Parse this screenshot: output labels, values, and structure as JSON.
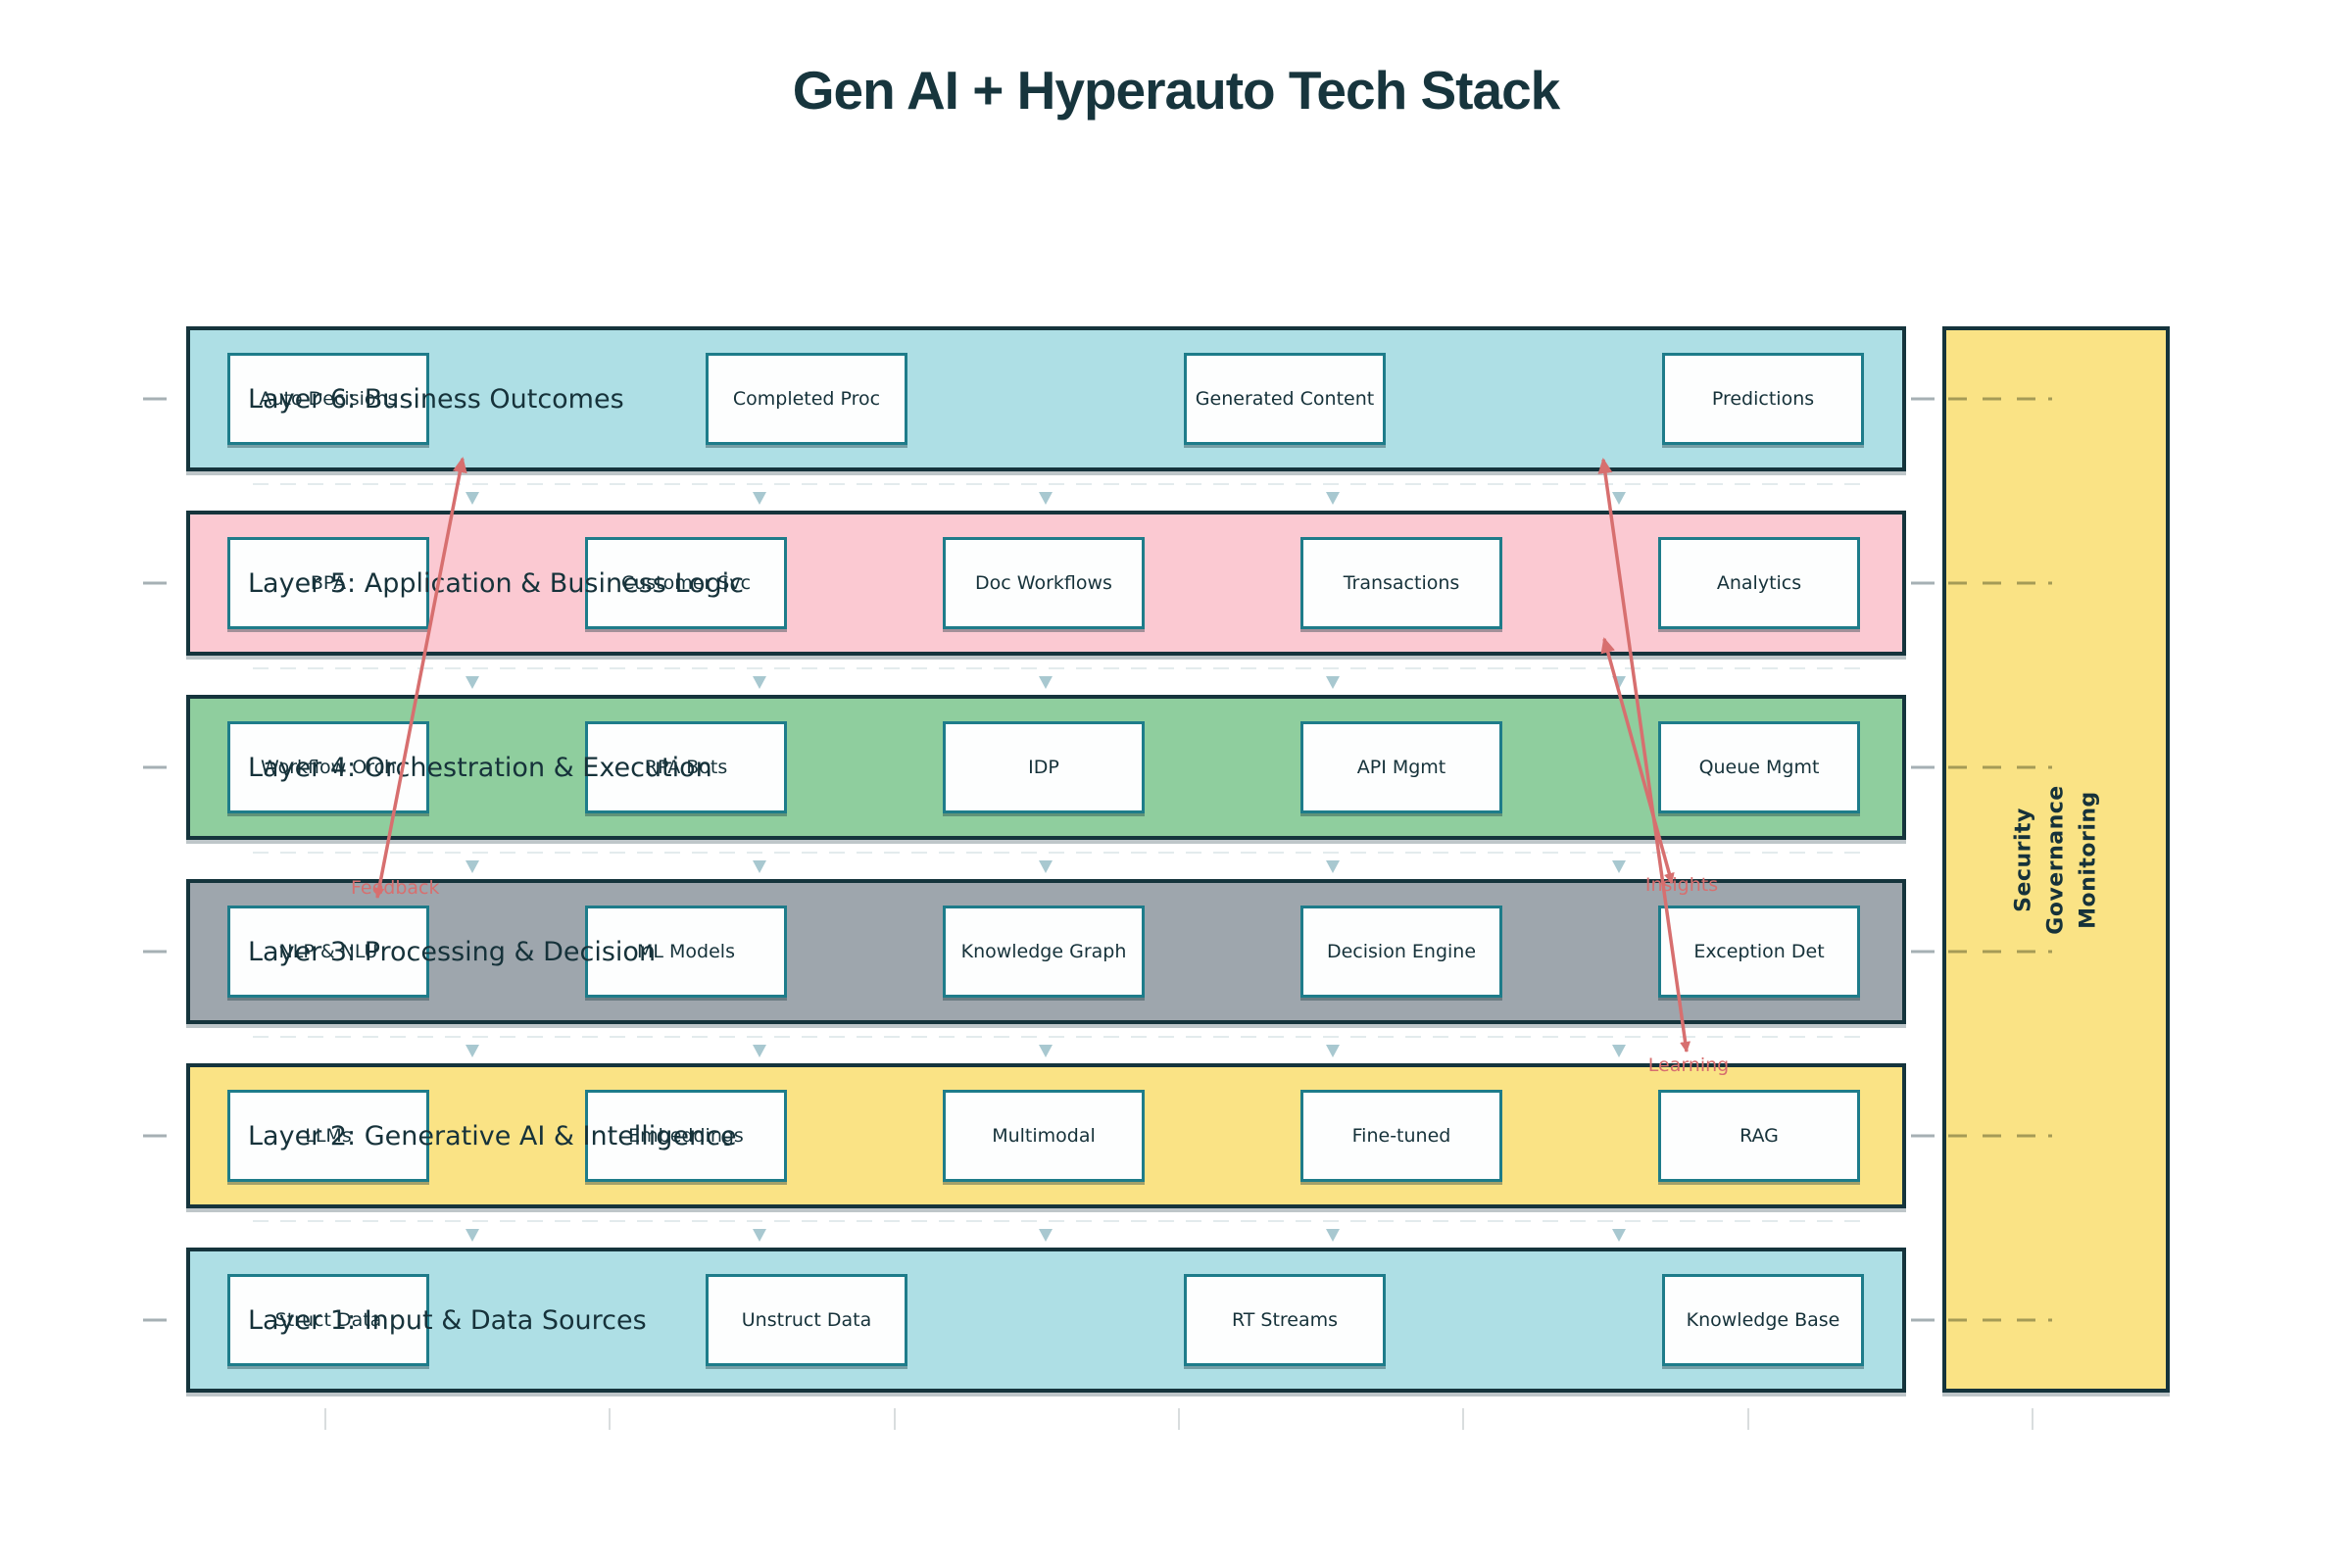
{
  "title": "Gen AI + Hyperauto Tech Stack",
  "layers": [
    {
      "num": 6,
      "label": "Layer 6: Business Outcomes",
      "color": "#AEDFE5",
      "boxes": [
        "Auto Decisions",
        "Completed Proc",
        "Generated Content",
        "Predictions"
      ]
    },
    {
      "num": 5,
      "label": "Layer 5: Application & Business Logic",
      "color": "#FBC9D2",
      "boxes": [
        "BPA",
        "Customer Svc",
        "Doc Workflows",
        "Transactions",
        "Analytics"
      ]
    },
    {
      "num": 4,
      "label": "Layer 4: Orchestration & Execution",
      "color": "#8FCE9E",
      "boxes": [
        "Workflow Orch",
        "RPA Bots",
        "IDP",
        "API Mgmt",
        "Queue Mgmt"
      ]
    },
    {
      "num": 3,
      "label": "Layer 3: Processing & Decision",
      "color": "#9EA6AD",
      "boxes": [
        "NLP & NLU",
        "ML Models",
        "Knowledge Graph",
        "Decision Engine",
        "Exception Det"
      ]
    },
    {
      "num": 2,
      "label": "Layer 2: Generative AI & Intelligence",
      "color": "#FAE385",
      "boxes": [
        "LLMs",
        "Embeddings",
        "Multimodal",
        "Fine-tuned",
        "RAG"
      ]
    },
    {
      "num": 1,
      "label": "Layer 1: Input & Data Sources",
      "color": "#AEDFE5",
      "boxes": [
        "Struct Data",
        "Unstruct Data",
        "RT Streams",
        "Knowledge Base"
      ]
    }
  ],
  "sidebar": {
    "lines": [
      "Security",
      "Governance",
      "Monitoring"
    ]
  },
  "arrows": [
    {
      "label": "Feedback"
    },
    {
      "label": "Insights"
    },
    {
      "label": "Learning"
    }
  ],
  "colors": {
    "band_border": "#15343C",
    "box_border": "#1E7C8A",
    "box_fill": "#FDFEFE",
    "text": "#16323A",
    "feedback_red": "#D76F6F",
    "flow_arrow": "#A8C8D0",
    "sidebar_yellow": "#FAE385",
    "dash_gray": "#A6B0B4",
    "dash_olive": "#A59B56",
    "tick_gray": "#D9DDDE"
  }
}
